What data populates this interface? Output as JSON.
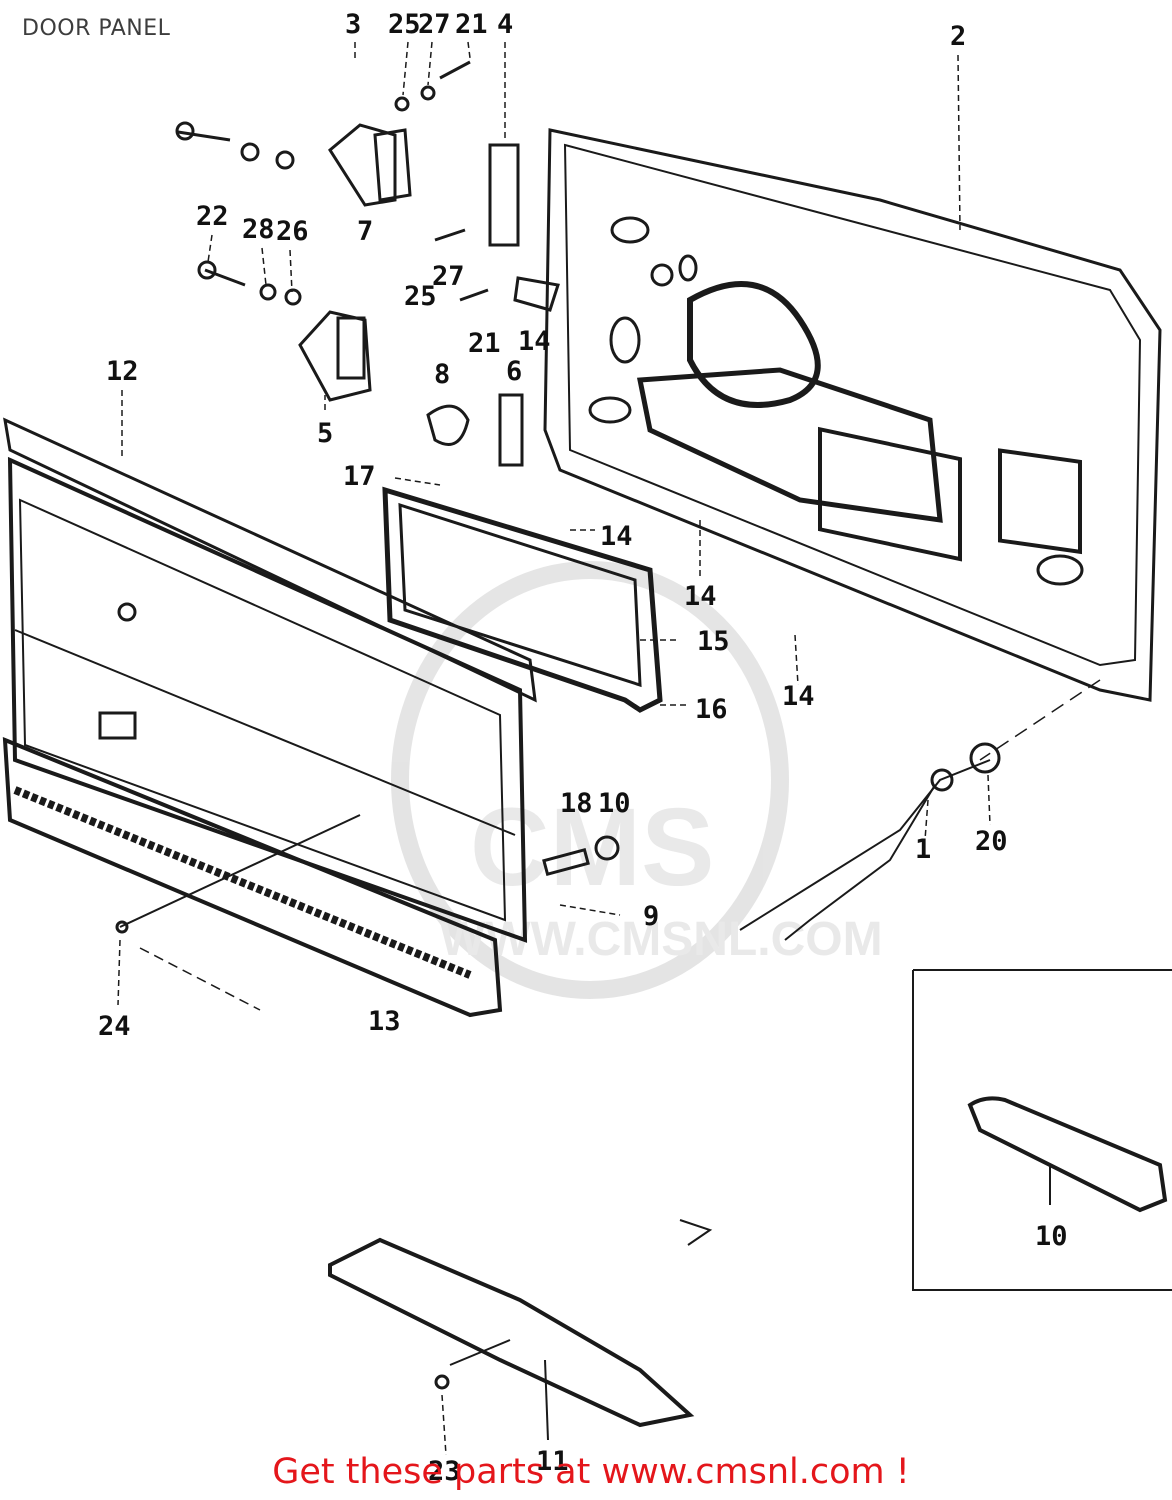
{
  "title": "DOOR PANEL",
  "footer": {
    "link_text": "Get these parts at www.cmsnl.com !"
  },
  "watermark": {
    "brand": "CMS",
    "url": "WWW.CMSNL.COM"
  },
  "callouts": [
    "3",
    "25",
    "27",
    "21",
    "4",
    "2",
    "22",
    "28",
    "26",
    "7",
    "25",
    "27",
    "21",
    "14",
    "8",
    "6",
    "12",
    "5",
    "17",
    "14",
    "14",
    "15",
    "16",
    "14",
    "18",
    "10",
    "1",
    "20",
    "9",
    "24",
    "13",
    "10",
    "23",
    "11"
  ],
  "colors": {
    "footer_link": "#e4161b",
    "line_art": "#1a1a1a",
    "watermark": "#d8d8d8"
  }
}
